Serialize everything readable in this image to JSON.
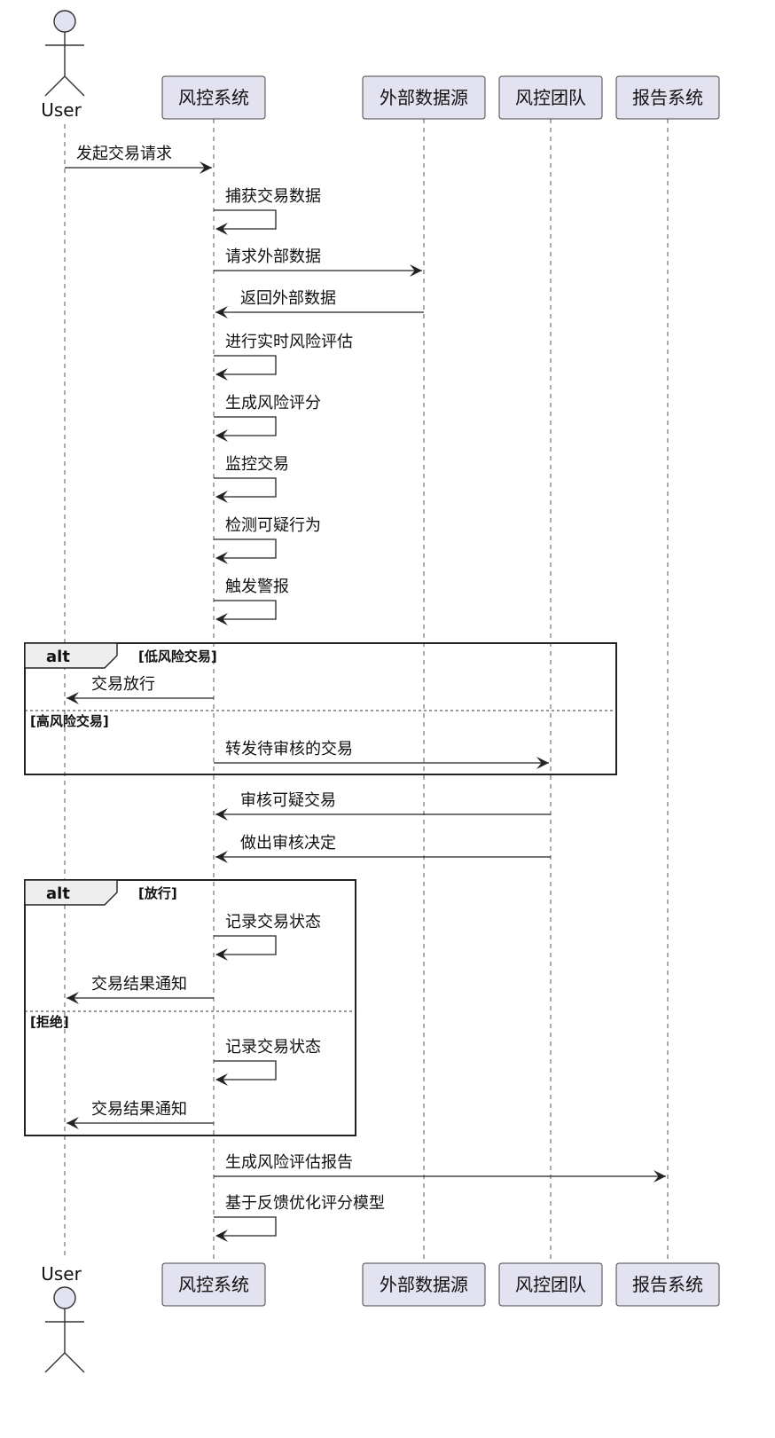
{
  "participants": [
    {
      "id": "user",
      "label": "User",
      "kind": "actor"
    },
    {
      "id": "risk",
      "label": "风控系统",
      "kind": "box"
    },
    {
      "id": "ext",
      "label": "外部数据源",
      "kind": "box"
    },
    {
      "id": "team",
      "label": "风控团队",
      "kind": "box"
    },
    {
      "id": "report",
      "label": "报告系统",
      "kind": "box"
    }
  ],
  "messages": [
    {
      "from": "user",
      "to": "risk",
      "text": "发起交易请求"
    },
    {
      "from": "risk",
      "to": "risk",
      "text": "捕获交易数据"
    },
    {
      "from": "risk",
      "to": "ext",
      "text": "请求外部数据"
    },
    {
      "from": "ext",
      "to": "risk",
      "text": "返回外部数据"
    },
    {
      "from": "risk",
      "to": "risk",
      "text": "进行实时风险评估"
    },
    {
      "from": "risk",
      "to": "risk",
      "text": "生成风险评分"
    },
    {
      "from": "risk",
      "to": "risk",
      "text": "监控交易"
    },
    {
      "from": "risk",
      "to": "risk",
      "text": "检测可疑行为"
    },
    {
      "from": "risk",
      "to": "risk",
      "text": "触发警报"
    },
    {
      "from": "risk",
      "to": "user",
      "text": "交易放行"
    },
    {
      "from": "risk",
      "to": "team",
      "text": "转发待审核的交易"
    },
    {
      "from": "team",
      "to": "risk",
      "text": "审核可疑交易"
    },
    {
      "from": "team",
      "to": "risk",
      "text": "做出审核决定"
    },
    {
      "from": "risk",
      "to": "risk",
      "text": "记录交易状态"
    },
    {
      "from": "risk",
      "to": "user",
      "text": "交易结果通知"
    },
    {
      "from": "risk",
      "to": "risk",
      "text": "记录交易状态"
    },
    {
      "from": "risk",
      "to": "user",
      "text": "交易结果通知"
    },
    {
      "from": "risk",
      "to": "report",
      "text": "生成风险评估报告"
    },
    {
      "from": "risk",
      "to": "risk",
      "text": "基于反馈优化评分模型"
    }
  ],
  "fragments": [
    {
      "operator": "alt",
      "guards": [
        "[低风险交易]",
        "[高风险交易]"
      ]
    },
    {
      "operator": "alt",
      "guards": [
        "[放行]",
        "[拒绝]"
      ]
    }
  ]
}
